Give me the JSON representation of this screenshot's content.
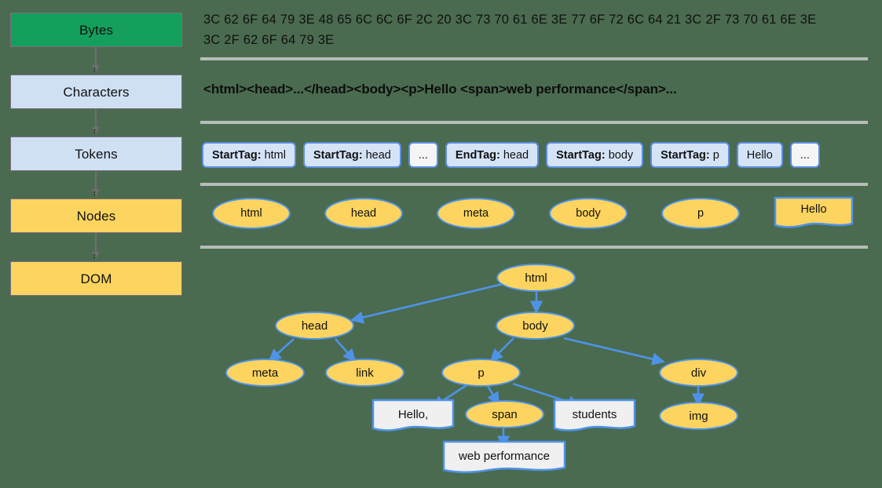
{
  "background_color": "#4a6b4f",
  "palette": {
    "green": "#14a05c",
    "light_blue": "#cfe0f3",
    "yellow": "#fcd45f",
    "node_border_blue": "#4e93e8",
    "token_border_blue": "#5b8ee0",
    "token_fill": "#d5e3f7",
    "text_node_fill": "#f0f0f0",
    "divider_gray": "#b6bcb8",
    "pipeline_border": "#7b6f80",
    "arrow_gray": "#6e6e6e"
  },
  "pipeline": {
    "steps": [
      {
        "label": "Bytes",
        "style": "green"
      },
      {
        "label": "Characters",
        "style": "blue"
      },
      {
        "label": "Tokens",
        "style": "blue"
      },
      {
        "label": "Nodes",
        "style": "yellow"
      },
      {
        "label": "DOM",
        "style": "yellow"
      }
    ]
  },
  "bytes": {
    "hex": "3C 62 6F 64 79 3E 48 65 6C 6C 6F 2C 20 3C 73 70 61 6E 3E 77 6F 72 6C 64 21 3C 2F 73 70 61 6E 3E 3C 2F 62 6F 64 79 3E"
  },
  "characters": {
    "markup": "<html><head>...</head><body><p>Hello <span>web performance</span>..."
  },
  "tokens": {
    "items": [
      {
        "kind": "StartTag:",
        "value": "html",
        "style": "filled"
      },
      {
        "kind": "StartTag:",
        "value": "head",
        "style": "filled"
      },
      {
        "kind": "",
        "value": "...",
        "style": "plain"
      },
      {
        "kind": "EndTag:",
        "value": "head",
        "style": "filled"
      },
      {
        "kind": "StartTag:",
        "value": "body",
        "style": "filled"
      },
      {
        "kind": "StartTag:",
        "value": "p",
        "style": "filled"
      },
      {
        "kind": "",
        "value": "Hello",
        "style": "filled"
      },
      {
        "kind": "",
        "value": "...",
        "style": "plain"
      }
    ]
  },
  "nodes": {
    "items": [
      {
        "label": "html",
        "shape": "ellipse"
      },
      {
        "label": "head",
        "shape": "ellipse"
      },
      {
        "label": "meta",
        "shape": "ellipse"
      },
      {
        "label": "body",
        "shape": "ellipse"
      },
      {
        "label": "p",
        "shape": "ellipse"
      },
      {
        "label": "Hello",
        "shape": "document"
      }
    ]
  },
  "dom_tree": {
    "nodes": [
      {
        "id": "html",
        "label": "html",
        "shape": "ellipse"
      },
      {
        "id": "head",
        "label": "head",
        "shape": "ellipse"
      },
      {
        "id": "body",
        "label": "body",
        "shape": "ellipse"
      },
      {
        "id": "meta",
        "label": "meta",
        "shape": "ellipse"
      },
      {
        "id": "link",
        "label": "link",
        "shape": "ellipse"
      },
      {
        "id": "p",
        "label": "p",
        "shape": "ellipse"
      },
      {
        "id": "div",
        "label": "div",
        "shape": "ellipse"
      },
      {
        "id": "hello",
        "label": "Hello,",
        "shape": "document"
      },
      {
        "id": "span",
        "label": "span",
        "shape": "ellipse"
      },
      {
        "id": "students",
        "label": "students",
        "shape": "document"
      },
      {
        "id": "img",
        "label": "img",
        "shape": "ellipse"
      },
      {
        "id": "webperf",
        "label": "web performance",
        "shape": "document"
      }
    ],
    "edges": [
      {
        "from": "html",
        "to": "head"
      },
      {
        "from": "html",
        "to": "body"
      },
      {
        "from": "head",
        "to": "meta"
      },
      {
        "from": "head",
        "to": "link"
      },
      {
        "from": "body",
        "to": "p"
      },
      {
        "from": "body",
        "to": "div"
      },
      {
        "from": "p",
        "to": "hello"
      },
      {
        "from": "p",
        "to": "span"
      },
      {
        "from": "p",
        "to": "students"
      },
      {
        "from": "div",
        "to": "img"
      },
      {
        "from": "span",
        "to": "webperf"
      }
    ]
  }
}
